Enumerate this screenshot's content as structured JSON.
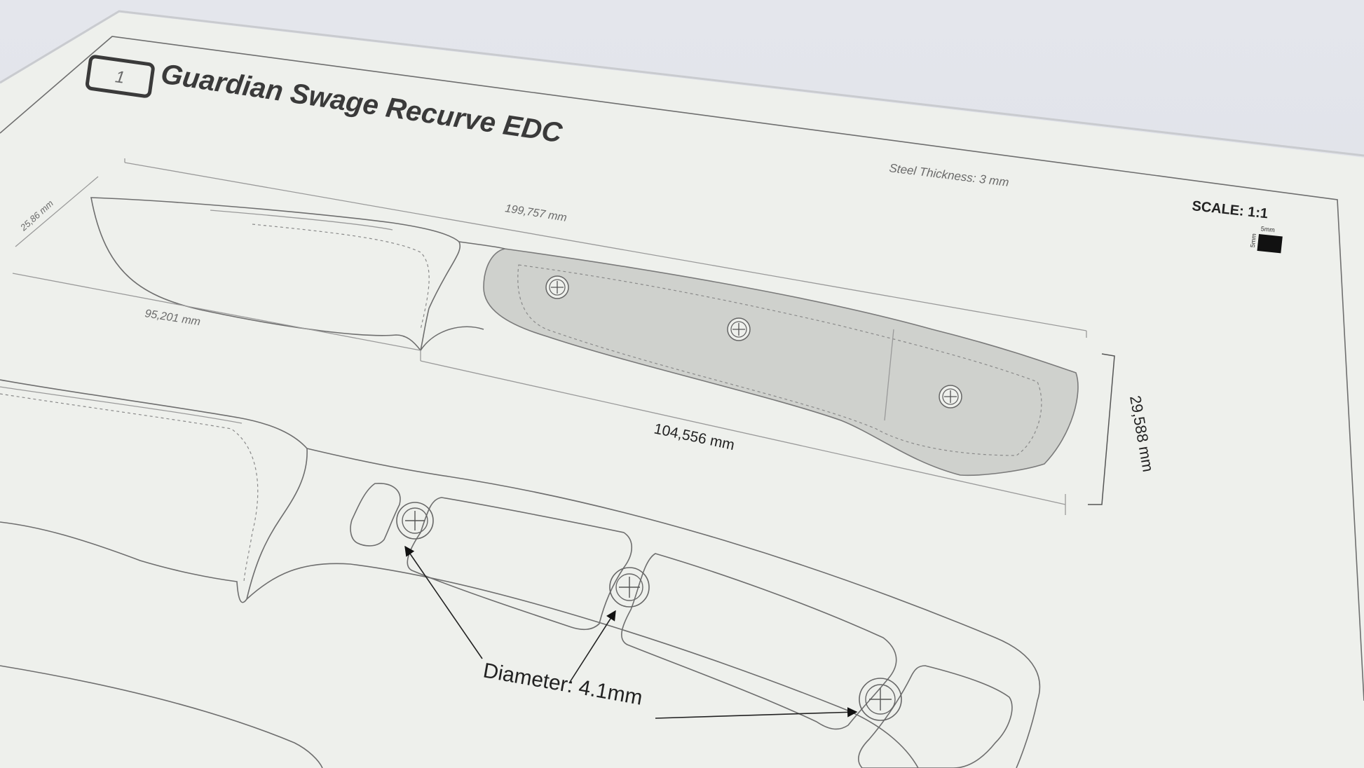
{
  "sheet": {
    "number": "1",
    "title": "Guardian Swage Recurve EDC",
    "steel_thickness": "Steel Thickness: 3 mm",
    "scale_label": "SCALE: 1:1",
    "scale_box_top_label": "5mm",
    "scale_box_side_label": "5mm"
  },
  "dimensions": {
    "overall_length": "199,757 mm",
    "blade_length": "95,201 mm",
    "blade_height": "25,86 mm",
    "handle_length": "104,556 mm",
    "handle_height": "29,588 mm"
  },
  "annotations": {
    "hole_diameter": "Diameter: 4.1mm"
  },
  "colors": {
    "paper": "#eef0ec",
    "handle_scale_fill": "#cfd1cd",
    "line": "#6e6e6e",
    "ink_dark": "#222222"
  }
}
